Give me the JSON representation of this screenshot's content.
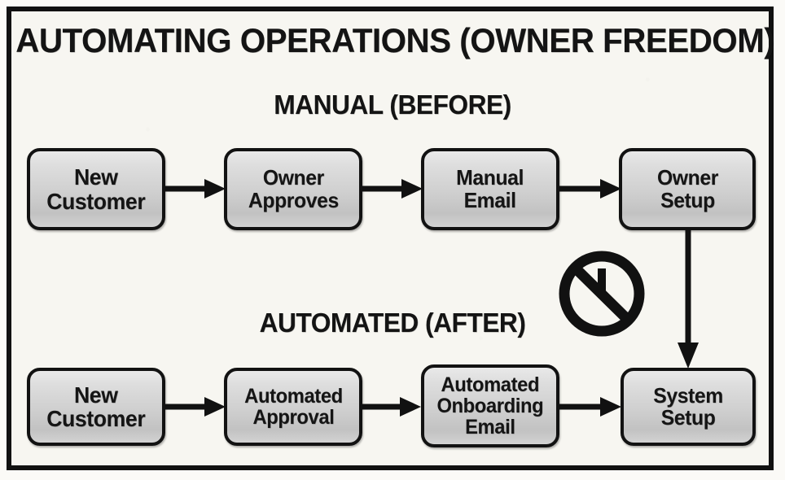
{
  "title": "AUTOMATING OPERATIONS (OWNER FREEDOM)",
  "sections": [
    {
      "heading": "MANUAL (BEFORE)"
    },
    {
      "heading": "AUTOMATED (AFTER)"
    }
  ],
  "manual_flow": {
    "heading": "MANUAL (BEFORE)",
    "nodes": [
      {
        "label": "New\nCustomer"
      },
      {
        "label": "Owner\nApproves"
      },
      {
        "label": "Manual\nEmail"
      },
      {
        "label": "Owner\nSetup"
      }
    ]
  },
  "automated_flow": {
    "heading": "AUTOMATED (AFTER)",
    "nodes": [
      {
        "label": "New\nCustomer"
      },
      {
        "label": "Automated\nApproval"
      },
      {
        "label": "Automated\nOnboarding\nEmail"
      },
      {
        "label": "System\nSetup"
      }
    ]
  },
  "icons": {
    "no_time": "no-clock-icon"
  },
  "colors": {
    "frame_border": "#121212",
    "page_background": "#f7f6f1",
    "node_fill_light": "#e9e9e9",
    "node_fill_dark": "#c2c2c2",
    "node_border": "#121212",
    "text": "#151515",
    "arrow": "#111111"
  }
}
